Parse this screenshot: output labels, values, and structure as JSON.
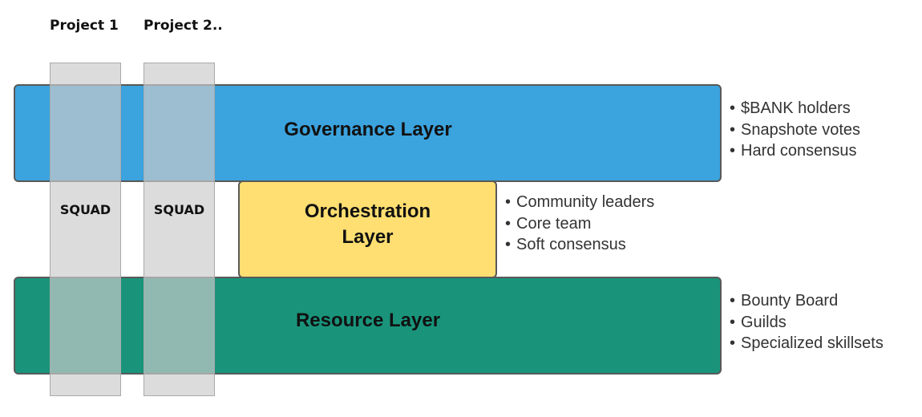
{
  "projects": {
    "p1": "Project 1",
    "p2": "Project 2.."
  },
  "squads": {
    "s1": "SQUAD",
    "s2": "SQUAD"
  },
  "layers": {
    "governance": {
      "title": "Governance Layer",
      "color": "#3ba3de",
      "bullets": [
        "$BANK holders",
        "Snapshote votes",
        "Hard consensus"
      ]
    },
    "orchestration": {
      "title_line1": "Orchestration",
      "title_line2": "Layer",
      "color": "#ffdf71",
      "bullets": [
        "Community leaders",
        "Core team",
        "Soft consensus"
      ]
    },
    "resource": {
      "title": "Resource Layer",
      "color": "#19947b",
      "bullets": [
        "Bounty Board",
        "Guilds",
        "Specialized skillsets"
      ]
    }
  }
}
